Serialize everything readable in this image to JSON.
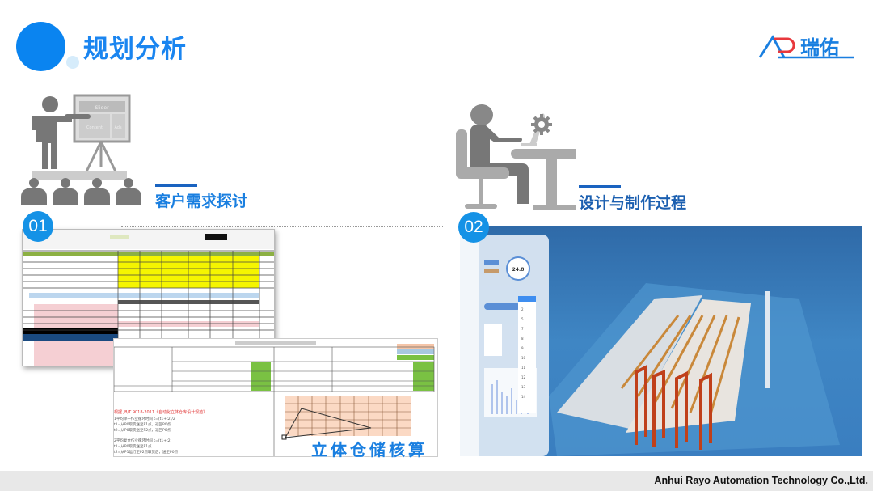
{
  "header": {
    "title": "规划分析",
    "logo_text": "瑞佑"
  },
  "sections": [
    {
      "badge": "01",
      "subtitle": "客户需求探讨",
      "overlay_label": "立体仓储核算",
      "board_labels": [
        "Slider",
        "Content",
        "Ads"
      ]
    },
    {
      "badge": "02",
      "subtitle": "设计与制作过程",
      "gauge_value": "24.8",
      "dropdown_options": [
        "2",
        "5",
        "7",
        "8",
        "9",
        "10",
        "11",
        "12",
        "13",
        "14"
      ]
    }
  ],
  "colors": {
    "primary": "#0a84f0",
    "accent": "#1a7fe0",
    "logo_red": "#e8383d"
  },
  "footer": {
    "company": "Anhui Rayo Automation Technology Co.,Ltd."
  }
}
